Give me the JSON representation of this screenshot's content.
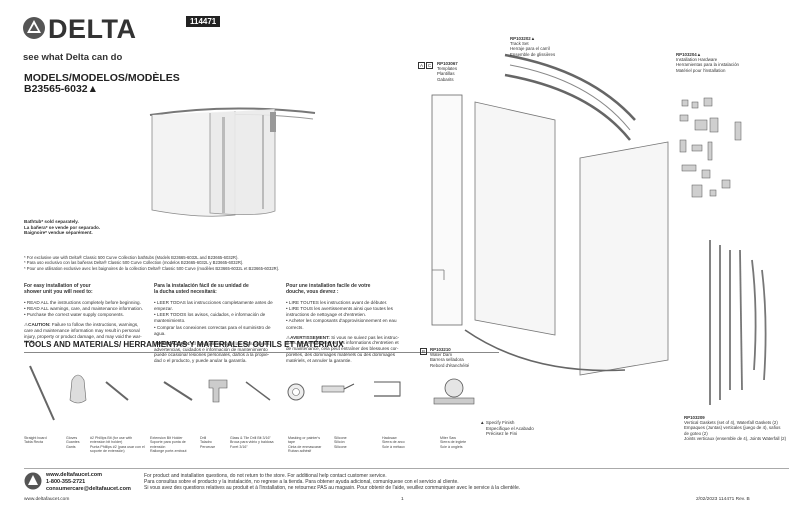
{
  "header": {
    "brand": "DELTA",
    "tagline": "see what Delta can do",
    "doc_number": "114471"
  },
  "models": {
    "title": "MODELS/MODELOS/MODÈLES",
    "number": "B23565-6032▲"
  },
  "bathtub_note": [
    "Bathtub* sold separately.",
    "La bañera* se vende por separado.",
    "Baignoire* vendue séparément."
  ],
  "exclusive_note": [
    "* For exclusive use with Delta® Classic 500 Curve Collection bathtubs (Models B23665-6032L and B23665-6032R).",
    "* Para uso exclusivo con las bañeras Delta® Classic 500 Curve Collection (modelos B23665-6032L y B23665-6032R).",
    "* Pour une utilisation exclusive avec les baignoires de la collection Delta® Classic 500 Curve (modèles B23665-6032L et B23665-6032R)."
  ],
  "col_en": {
    "heading": [
      "For easy installation of your",
      "shower unit you will need to:"
    ],
    "items": [
      "• READ ALL the instructions completely before beginning.",
      "• READ ALL warnings, care, and maintenance information.",
      "• Purchase the correct water supply components."
    ],
    "caution_label": "CAUTION:",
    "caution_text": [
      "Failure to follow the instructions, warnings,",
      "care and maintenance information may result in personal",
      "injury, property or product damage, and may void the war-",
      "ranty."
    ]
  },
  "col_es": {
    "heading": [
      "Para la instalación fácil de su unidad de",
      "la ducha usted necesitará:"
    ],
    "items": [
      "• LEER TODAS las instrucciones completamente antes de",
      "  empezar.",
      "• LEER TODOS los avisos, cuidados, e información de",
      "  mantenimiento.",
      "• Comprar las conexiones correctas para el suministro de",
      "  agua."
    ],
    "caution_label": "PRECAUCIÓN:",
    "caution_text": [
      "El incumplimiento de las instrucciones,",
      "advertencias, cuidados e información de mantenimiento",
      "puede ocasionar lesiones personales, daños a la propie-",
      "dad o el producto, y puede anular la garantía."
    ]
  },
  "col_fr": {
    "heading": [
      "Pour une installation facile de votre",
      "douche, vous devrez :"
    ],
    "items": [
      "• LIRE TOUTES les instructions avant de débuter.",
      "• LIRE TOUS les avertissements ainsi que toutes les",
      "  instructions de nettoyage et d'entretien.",
      "• Acheter les composants d'approvisionnement en eau",
      "  corrects."
    ],
    "caution_label": "AVERTISSEMENT:",
    "caution_text": [
      "Si vous ne suivez pas les instruc-",
      "tions, les avertissements, les informations d'entretien et",
      "de maintenance, cela peut entraîner des blessures cor-",
      "porelles, des dommages matériels ou des dommages",
      "matériels, et annuler la garantie."
    ]
  },
  "tools": {
    "title": "TOOLS AND MATERIALS/ HERRAMIENTAS Y MATERIALES/ OUTILS ET MATÉRIAUX",
    "labels": [
      [
        "Straight board",
        "Tabla Recta"
      ],
      [
        "Gloves",
        "Guantes",
        "Gants"
      ],
      [
        "#2 Phillips Bit (for use with extension bit holder)",
        "Punta Phillips #2 (para usar con el soporte de extensión)"
      ],
      [
        "Extension Bit Holder",
        "Soporte para punta de extensión",
        "Rallonge porte-embout"
      ],
      [
        "Drill",
        "Taladro",
        "Perceuse"
      ],
      [
        "Glass & Tile Drill Bit 3/16\"",
        "Broca para vidrio y baldosa",
        "Foret 3/16\""
      ],
      [
        "Masking or painter's tape",
        "Cinta de enmascarar",
        "Ruban adhésif"
      ],
      [
        "Silicone",
        "Silicón",
        "Silicone"
      ],
      [
        "Hacksaw",
        "Sierra de arco",
        "Scie à métaux"
      ],
      [
        "Miter Saw",
        "Sierra de inglete",
        "Scie à onglets"
      ]
    ]
  },
  "parts": {
    "rp_track": {
      "code": "RP103202▲",
      "lines": [
        "Track Set",
        "Herraje para el carril",
        "Ensemble de glissières"
      ]
    },
    "rp_template": {
      "code": "RP103067",
      "lines": [
        "Templates",
        "Plantillas",
        "Gabarits"
      ]
    },
    "label_a": "A",
    "label_c": "C",
    "label_b": "B",
    "rp_hardware": {
      "code": "RP103204▲",
      "lines": [
        "Installation Hardware",
        "Herramientas para la instalación",
        "Matériel pour l'installation"
      ]
    },
    "rp_sweep": {
      "code": "RP103210",
      "lines": [
        "Water Dam",
        "Barrera selladora",
        "Rebord d'étanchéité"
      ]
    },
    "rp_gaskets": {
      "code": "RP103209",
      "lines": [
        "Vertical Gaskets (set of 4), Waterfall Gaskets (2)",
        "Empaques (Juntas) verticales (juego de 4), safios",
        "de goteo (2)",
        "Joints verticaux (ensemble de 4), Joints Waterfall (2)"
      ]
    }
  },
  "finish_note": [
    "▲ Specify Finish",
    "Especifique el Acabado",
    "Précisez le Fini"
  ],
  "footer": {
    "website": "www.deltafaucet.com",
    "phone": "1-800-355-2721",
    "email": "consumercare@deltafaucet.com",
    "message": [
      "For product and installation questions, do not return to the store. For additional help contact customer service.",
      "Para consultas sobre el producto y la instalación, no regrese a la tienda. Para obtener ayuda adicional, comuníquese con el servicio al cliente.",
      "Si vous avez des questions relatives au produit et à l'installation, ne retournez PAS au magasin. Pour obtenir de l'aide, veuillez communiquer avec le service à la clientèle."
    ],
    "site_bottom": "www.deltafaucet.com",
    "page": "1",
    "date_rev": "2/02/2023   114471   Rev. B"
  }
}
